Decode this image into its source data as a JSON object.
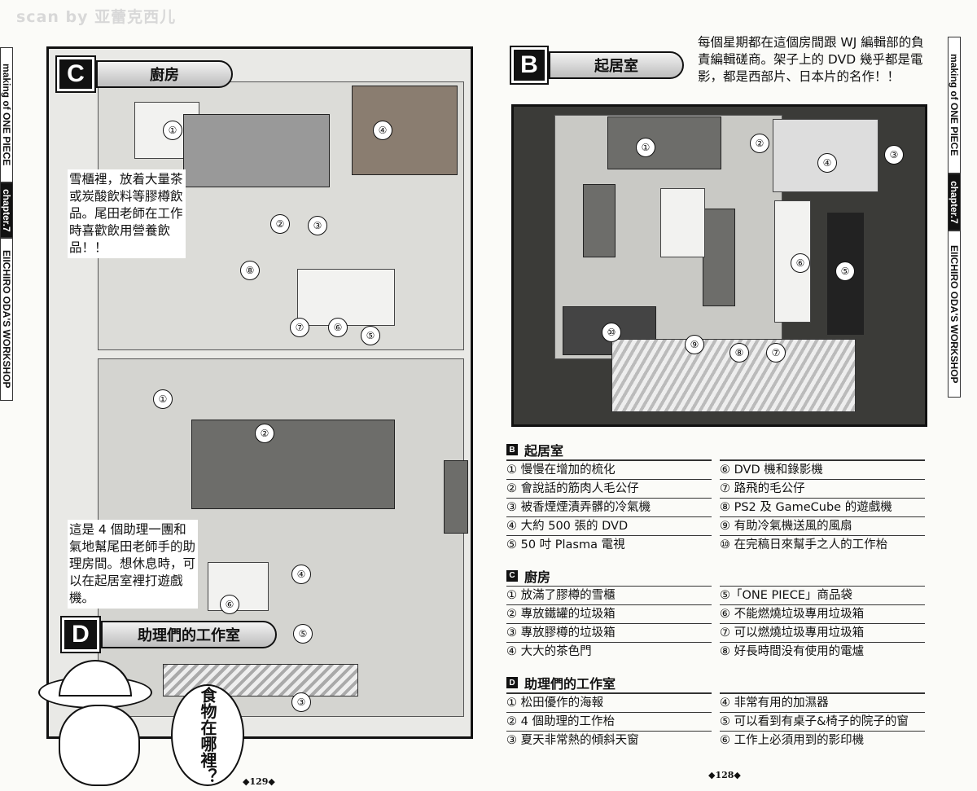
{
  "watermark": "scan by 亚蕾克西儿",
  "side_tab": {
    "series": "making of ONE PIECE",
    "chapter": "chapter.7",
    "title": "EIICHIRO ODA'S WORKSHOP"
  },
  "kitchen": {
    "letter": "C",
    "title": "廚房",
    "note": "雪櫃裡，放着大量茶或炭酸飲料等膠樽飲品。尾田老師在工作時喜歡飲用營養飲品！！",
    "markers": [
      "①",
      "②",
      "③",
      "④",
      "⑤",
      "⑥",
      "⑦",
      "⑧"
    ]
  },
  "assistants_room": {
    "letter": "D",
    "title": "助理們的工作室",
    "note": "這是 4 個助理一團和氣地幫尾田老師手的助理房間。想休息時，可以在起居室裡打遊戲機。",
    "markers": [
      "①",
      "②",
      "③",
      "④",
      "⑤",
      "⑥"
    ]
  },
  "living_room": {
    "letter": "B",
    "title": "起居室",
    "note": "每個星期都在這個房間跟 WJ 編輯部的負責編輯磋商。架子上的 DVD 幾乎都是電影，都是西部片、日本片的名作！！",
    "markers": [
      "①",
      "②",
      "③",
      "④",
      "⑤",
      "⑥",
      "⑦",
      "⑧",
      "⑨",
      "⑩"
    ]
  },
  "speech_bubble": "食物在哪裡？",
  "page_numbers": {
    "left": "◆129◆",
    "right": "◆128◆"
  },
  "legend": [
    {
      "letter": "B",
      "title": "起居室",
      "items": [
        "① 慢慢在增加的梳化",
        "② 會說話的筋肉人毛公仔",
        "③ 被香煙煙漬弄髒的冷氣機",
        "④ 大約 500 張的 DVD",
        "⑤ 50 吋 Plasma 電視",
        "⑥ DVD 機和錄影機",
        "⑦ 路飛的毛公仔",
        "⑧ PS2 及 GameCube 的遊戲機",
        "⑨ 有助冷氣機送風的風扇",
        "⑩ 在完稿日來幫手之人的工作枱"
      ]
    },
    {
      "letter": "C",
      "title": "廚房",
      "items": [
        "① 放滿了膠樽的雪櫃",
        "② 專放鐵罐的垃圾箱",
        "③ 專放膠樽的垃圾箱",
        "④ 大大的茶色門",
        "⑤「ONE PIECE」商品袋",
        "⑥ 不能燃燒垃圾專用垃圾箱",
        "⑦ 可以燃燒垃圾專用垃圾箱",
        "⑧ 好長時間没有使用的電爐"
      ]
    },
    {
      "letter": "D",
      "title": "助理們的工作室",
      "items": [
        "① 松田優作的海報",
        "② 4 個助理的工作枱",
        "③ 夏天非常熱的傾斜天窗",
        "④ 非常有用的加濕器",
        "⑤ 可以看到有桌子&椅子的院子的窗",
        "⑥ 工作上必須用到的影印機"
      ]
    }
  ]
}
